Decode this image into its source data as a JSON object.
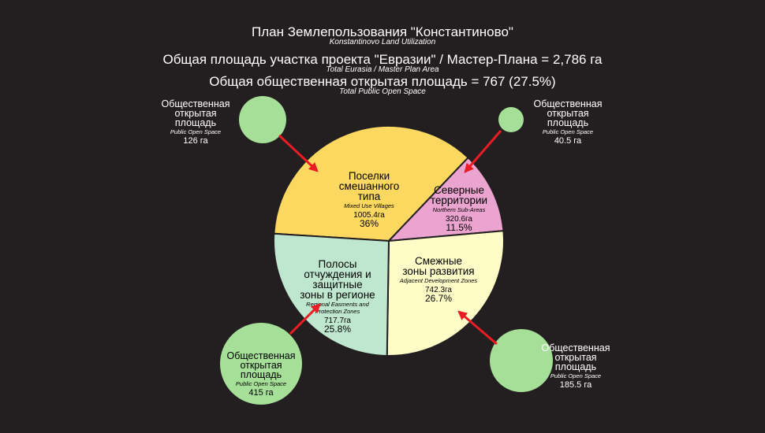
{
  "header": {
    "title_ru": "План Землепользования \"Константиново\"",
    "title_en": "Konstantinovo Land Utilization",
    "total_ru": "Общая площадь участка проекта \"Евразии\" / Мастер-Плана = 2,786 га",
    "total_en": "Total Eurasia / Master Plan Area",
    "open_ru": "Общая общественная открытая площадь = 767 (27.5%)",
    "open_en": "Total Public Open Space"
  },
  "chart_data": {
    "type": "pie",
    "title": "План Землепользования \"Константиново\"",
    "subtitle": "Konstantinovo Land Utilization",
    "unit": "га",
    "slices": [
      {
        "ru": [
          "Поселки",
          "смешанного",
          "типа"
        ],
        "en": [
          "Mixed Use Villages"
        ],
        "area": "1005.4га",
        "value": 1005.4,
        "percent": "36%",
        "color": "#fcd860"
      },
      {
        "ru": [
          "Северные",
          "территории"
        ],
        "en": [
          "Northern Sub-Areas"
        ],
        "area": "320.6га",
        "value": 320.6,
        "percent": "11.5%",
        "color": "#eba3cf"
      },
      {
        "ru": [
          "Смежные",
          "зоны развития"
        ],
        "en": [
          "Adjacent Development Zones"
        ],
        "area": "742.3га",
        "value": 742.3,
        "percent": "26.7%",
        "color": "#fefdc8"
      },
      {
        "ru": [
          "Полосы",
          "отчуждения и",
          "защитные",
          "зоны в регионе"
        ],
        "en": [
          "Regional Easments and",
          "Protection Zones"
        ],
        "area": "717.7га",
        "value": 717.7,
        "percent": "25.8%",
        "color": "#bfe7cf"
      }
    ],
    "open_spaces": [
      {
        "ru": [
          "Общественная",
          "открытая",
          "площадь"
        ],
        "en": "Public Open Space",
        "value": "126 га",
        "area": 126,
        "color": "#a6df98"
      },
      {
        "ru": [
          "Общественная",
          "открытая",
          "площадь"
        ],
        "en": "Public Open Space",
        "value": "40.5 га",
        "area": 40.5,
        "color": "#a6df98"
      },
      {
        "ru": [
          "Общественная",
          "открытая",
          "площадь"
        ],
        "en": "Public Open Space",
        "value": "415 га",
        "area": 415,
        "color": "#a6df98"
      },
      {
        "ru": [
          "Общественная",
          "открытая",
          "площадь"
        ],
        "en": "Public Open Space",
        "value": "185.5 га",
        "area": 185.5,
        "color": "#a6df98"
      }
    ],
    "arrow_color": "#ec1c24"
  }
}
